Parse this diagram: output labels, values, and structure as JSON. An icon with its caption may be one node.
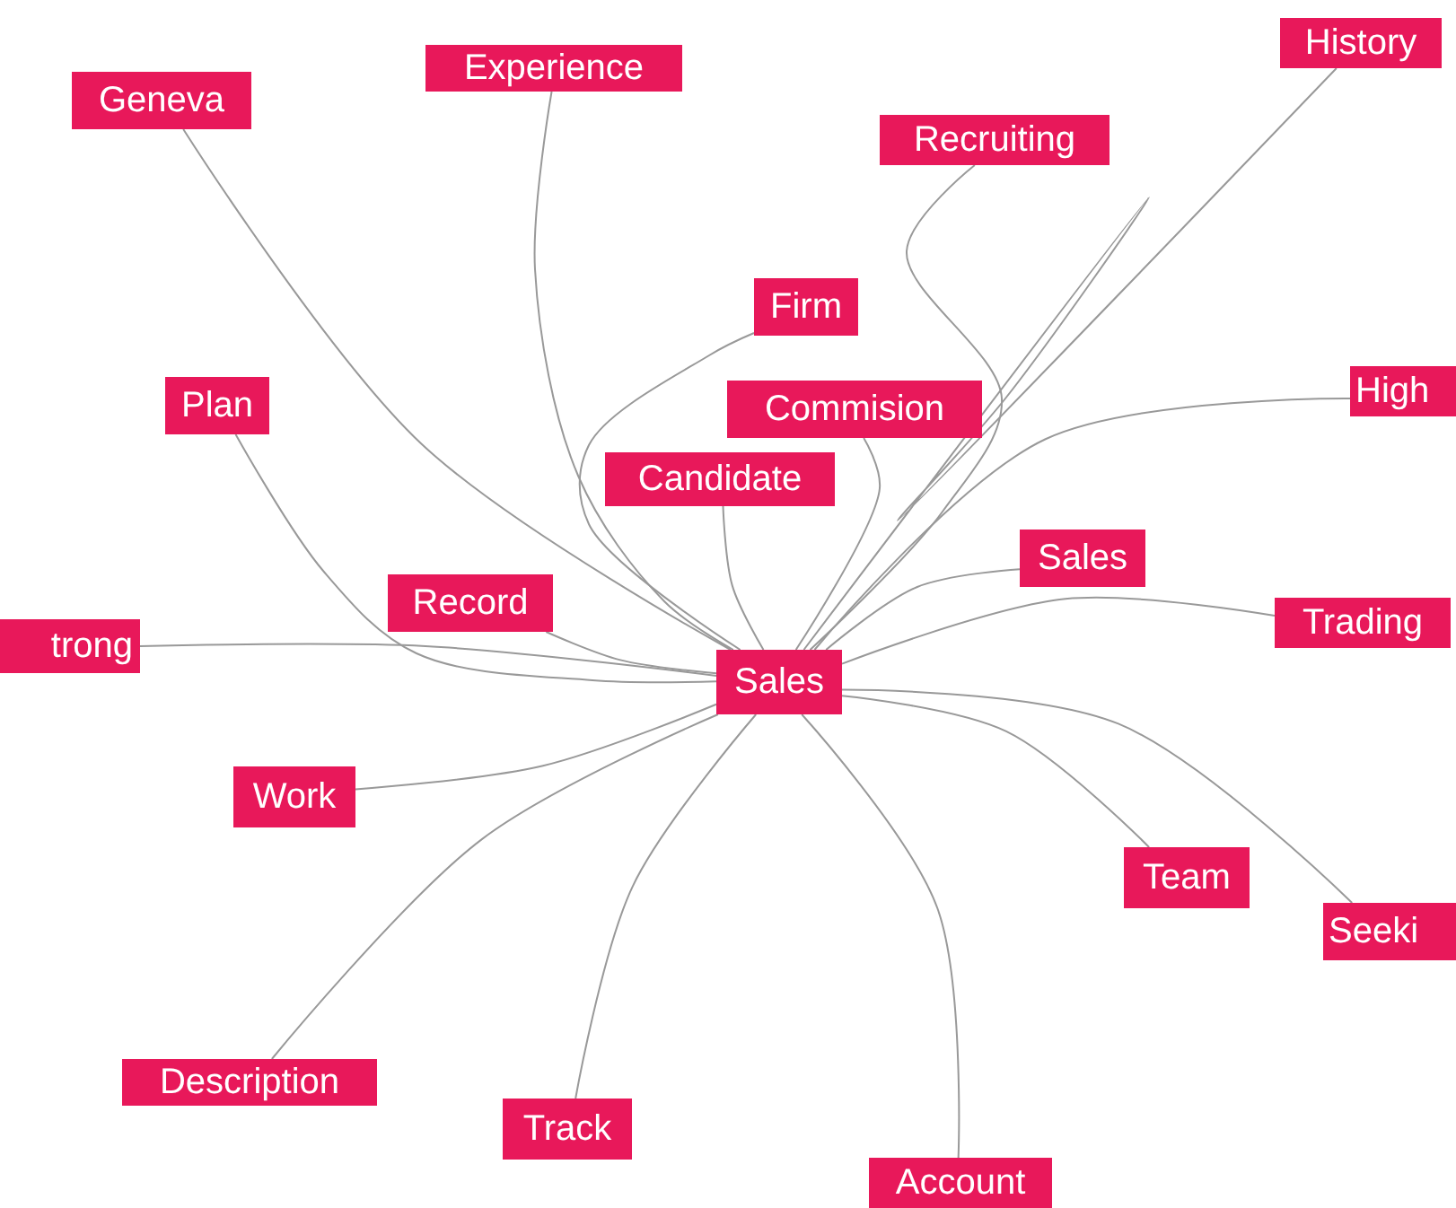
{
  "diagram": {
    "nodes": [
      {
        "text": [
          "History"
        ]
      },
      {
        "text": [
          "Experience"
        ]
      },
      {
        "text": [
          "Geneva"
        ]
      },
      {
        "text": [
          "Recruiting"
        ]
      },
      {
        "text": [
          "Firm"
        ]
      },
      {
        "text": [
          "Commision"
        ]
      },
      {
        "text": [
          "Plan"
        ]
      },
      {
        "text": [
          "High"
        ]
      },
      {
        "text": [
          "Candidate"
        ]
      },
      {
        "text": [
          "Sales"
        ]
      },
      {
        "text": [
          "Record"
        ]
      },
      {
        "text": [
          "Trading"
        ]
      },
      {
        "text": [
          "trong"
        ]
      },
      {
        "text": [
          "Sales"
        ]
      },
      {
        "text": [
          "Work"
        ]
      },
      {
        "text": [
          "Team"
        ]
      },
      {
        "text": [
          "Seeki"
        ]
      },
      {
        "text": [
          "Description"
        ]
      },
      {
        "text": [
          "Track"
        ]
      },
      {
        "text": [
          "Account"
        ]
      }
    ],
    "edges": [
      {
        "from": 13,
        "to": 0,
        "arrow": "none"
      },
      {
        "from": 13,
        "to": 1,
        "arrow": "none"
      },
      {
        "from": 13,
        "to": 2,
        "arrow": "none"
      },
      {
        "from": 13,
        "to": 3,
        "arrow": "none"
      },
      {
        "from": 13,
        "to": 4,
        "arrow": "none"
      },
      {
        "from": 13,
        "to": 5,
        "arrow": "none"
      },
      {
        "from": 13,
        "to": 6,
        "arrow": "none"
      },
      {
        "from": 13,
        "to": 7,
        "arrow": "none"
      },
      {
        "from": 13,
        "to": 8,
        "arrow": "none"
      },
      {
        "from": 13,
        "to": 9,
        "arrow": "none"
      },
      {
        "from": 13,
        "to": 10,
        "arrow": "none"
      },
      {
        "from": 13,
        "to": 11,
        "arrow": "none"
      },
      {
        "from": 13,
        "to": 12,
        "arrow": "none"
      },
      {
        "from": 13,
        "to": 14,
        "arrow": "none"
      },
      {
        "from": 13,
        "to": 15,
        "arrow": "none"
      },
      {
        "from": 13,
        "to": 16,
        "arrow": "none"
      },
      {
        "from": 13,
        "to": 17,
        "arrow": "none"
      },
      {
        "from": 13,
        "to": 18,
        "arrow": "none"
      },
      {
        "from": 13,
        "to": 19,
        "arrow": "none"
      }
    ]
  }
}
